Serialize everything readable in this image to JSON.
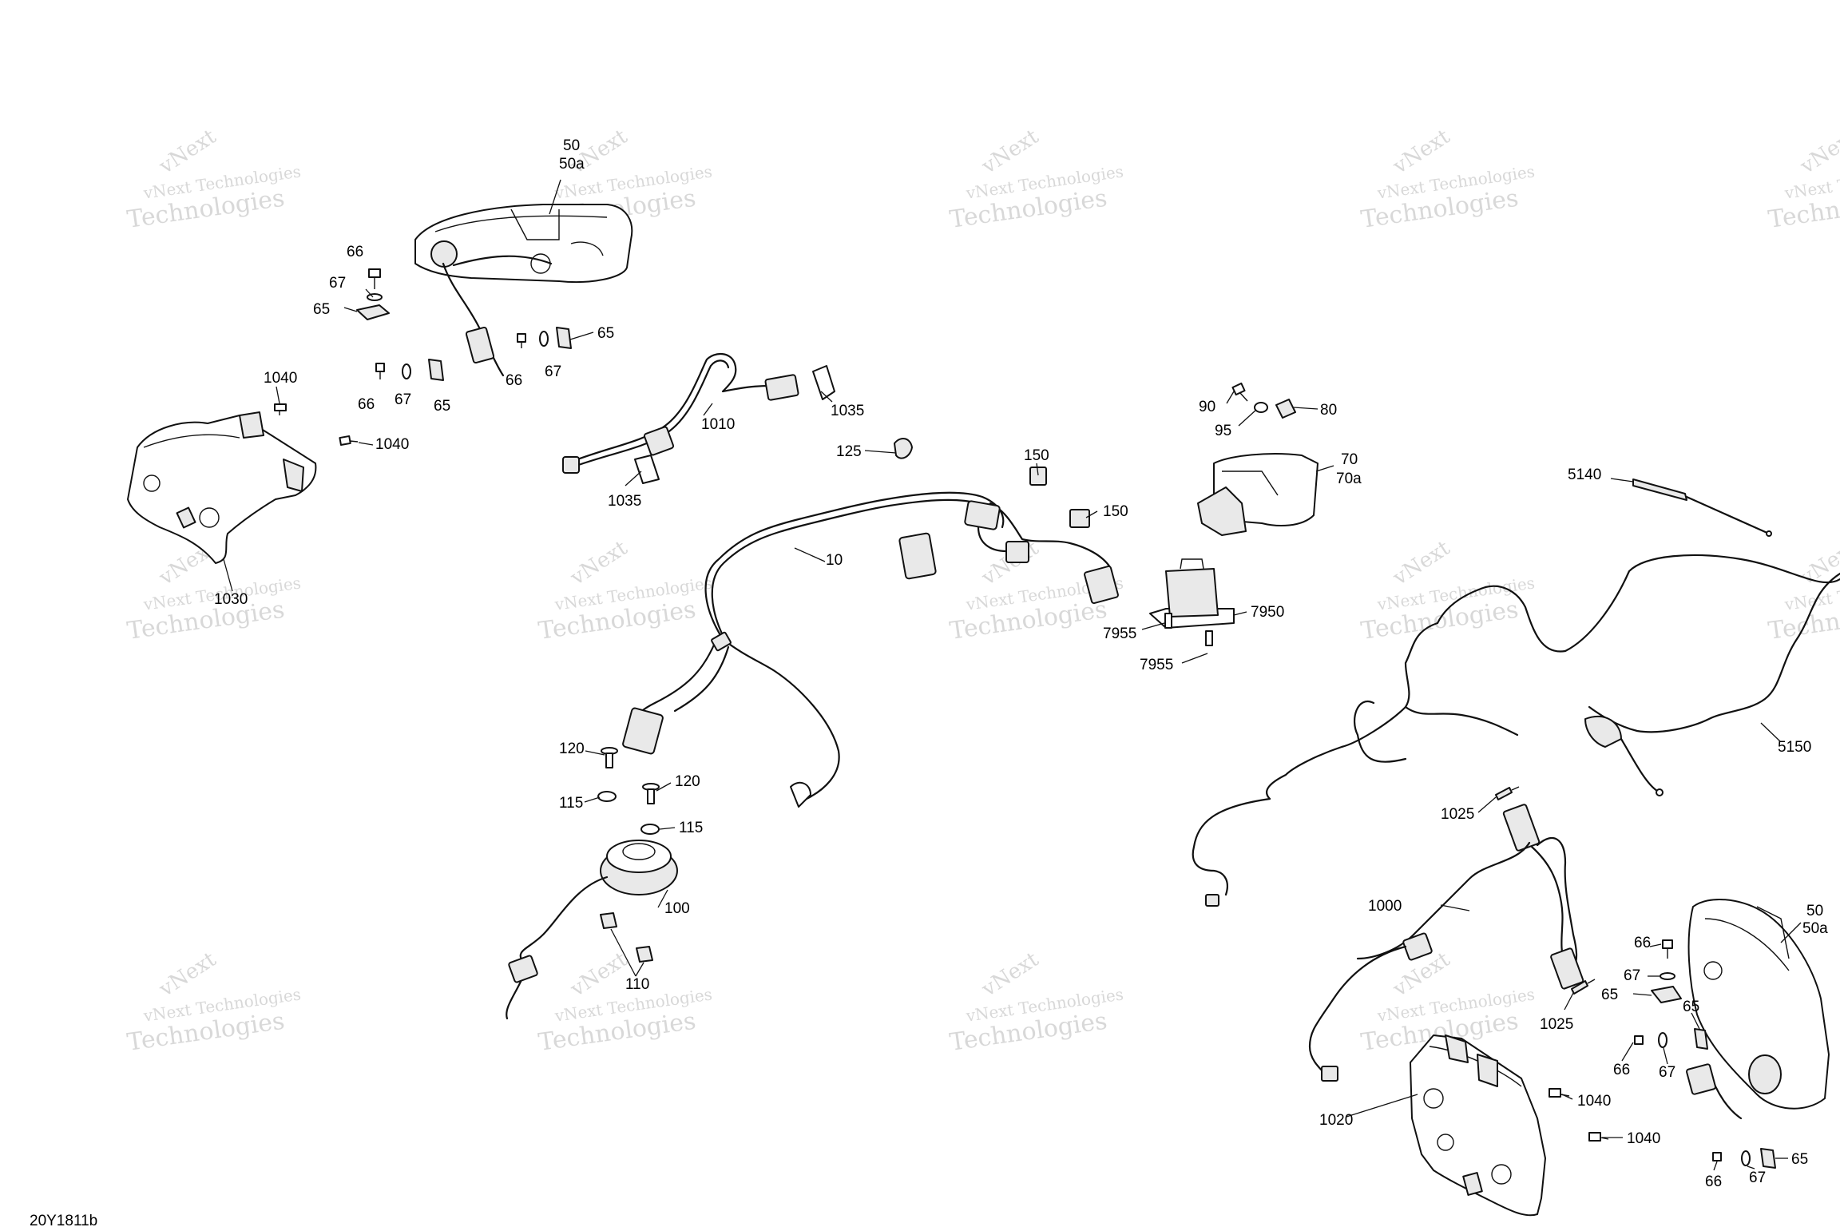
{
  "figure_code": "20Y1811b",
  "watermark": {
    "line1": "vNext Technologies",
    "line2": "Technologies",
    "line0": "vNext"
  },
  "callouts": {
    "c50_top": "50",
    "c50a_top": "50a",
    "c66_a": "66",
    "c67_a": "67",
    "c65_a": "65",
    "c65_b": "65",
    "c66_b": "66",
    "c67_b": "67",
    "c66_c": "66",
    "c67_c": "67",
    "c65_c": "65",
    "c1040_a": "1040",
    "c1040_b": "1040",
    "c1030": "1030",
    "c1010": "1010",
    "c1035_a": "1035",
    "c1035_b": "1035",
    "c125": "125",
    "c150_a": "150",
    "c150_b": "150",
    "c10": "10",
    "c90": "90",
    "c95": "95",
    "c80": "80",
    "c70": "70",
    "c70a": "70a",
    "c7950": "7950",
    "c7955_a": "7955",
    "c7955_b": "7955",
    "c5140": "5140",
    "c5150": "5150",
    "c120_a": "120",
    "c120_b": "120",
    "c115_a": "115",
    "c115_b": "115",
    "c100": "100",
    "c110": "110",
    "c1025_a": "1025",
    "c1025_b": "1025",
    "c1000": "1000",
    "c1020": "1020",
    "c50_bot": "50",
    "c50a_bot": "50a",
    "c66_d": "66",
    "c67_d": "67",
    "c65_d": "65",
    "c65_e": "65",
    "c66_e": "66",
    "c67_e": "67",
    "c1040_c": "1040",
    "c1040_d": "1040",
    "c65_f": "65",
    "c66_f": "66",
    "c67_f": "67"
  }
}
